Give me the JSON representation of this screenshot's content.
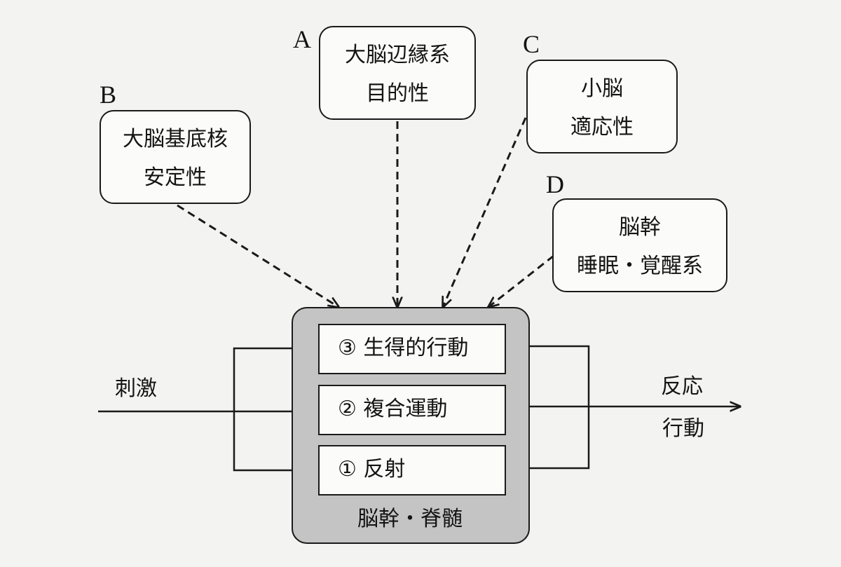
{
  "boxes": {
    "a": {
      "letter": "A",
      "line1": "大脳辺縁系",
      "line2": "目的性"
    },
    "b": {
      "letter": "B",
      "line1": "大脳基底核",
      "line2": "安定性"
    },
    "c": {
      "letter": "C",
      "line1": "小脳",
      "line2": "適応性"
    },
    "d": {
      "letter": "D",
      "line1": "脳幹",
      "line2": "睡眠・覚醒系"
    }
  },
  "core": {
    "label": "脳幹・脊髄",
    "items": [
      "③ 生得的行動",
      "② 複合運動",
      "① 反射"
    ]
  },
  "input_label": "刺激",
  "output_labels": [
    "反応",
    "行動"
  ]
}
